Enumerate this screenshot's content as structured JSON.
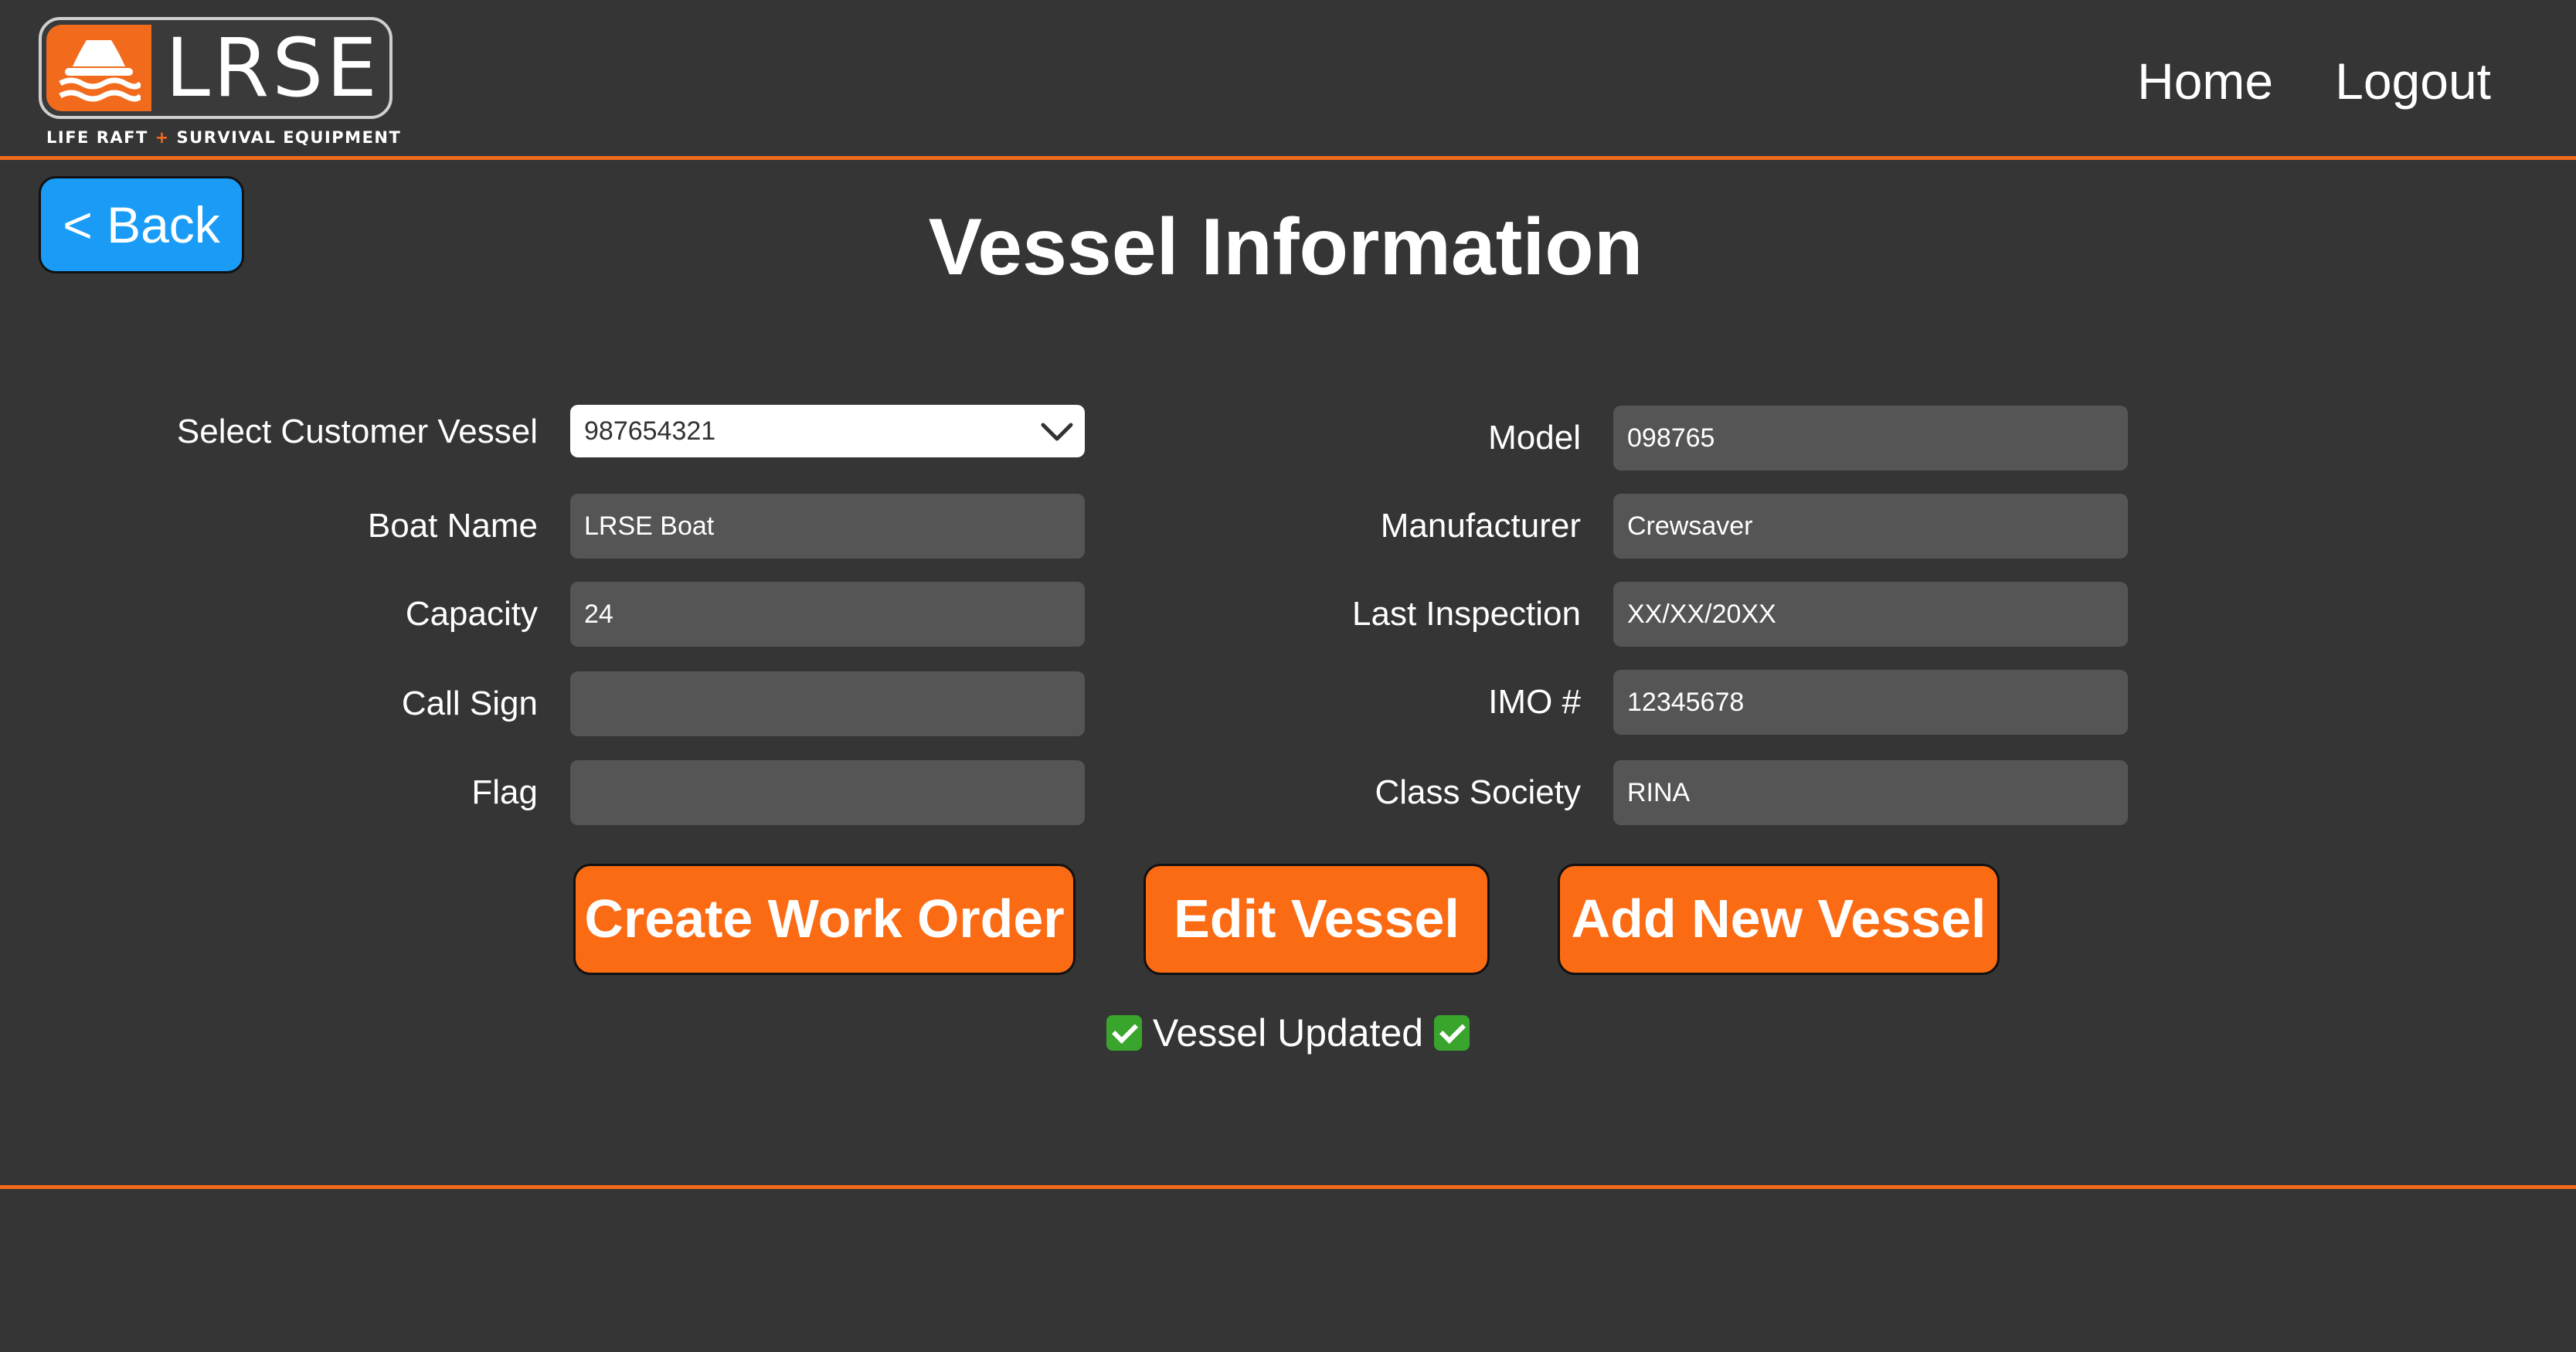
{
  "header": {
    "logo_text": "LRSE",
    "logo_tagline_left": "LIFE RAFT",
    "logo_tagline_plus": "+",
    "logo_tagline_right": "SURVIVAL EQUIPMENT",
    "nav": {
      "home": "Home",
      "logout": "Logout"
    }
  },
  "back_label": "< Back",
  "page_title": "Vessel Information",
  "form": {
    "select_customer_vessel": {
      "label": "Select Customer Vessel",
      "value": "987654321"
    },
    "boat_name": {
      "label": "Boat Name",
      "value": "LRSE Boat"
    },
    "capacity": {
      "label": "Capacity",
      "value": "24"
    },
    "call_sign": {
      "label": "Call Sign",
      "value": ""
    },
    "flag": {
      "label": "Flag",
      "value": ""
    },
    "model": {
      "label": "Model",
      "value": "098765"
    },
    "manufacturer": {
      "label": "Manufacturer",
      "value": "Crewsaver"
    },
    "last_inspection": {
      "label": "Last Inspection",
      "value": "XX/XX/20XX"
    },
    "imo": {
      "label": "IMO #",
      "value": "12345678"
    },
    "class_society": {
      "label": "Class Society",
      "value": "RINA"
    }
  },
  "actions": {
    "create_work_order": "Create Work Order",
    "edit_vessel": "Edit Vessel",
    "add_new_vessel": "Add New Vessel"
  },
  "status_message": "Vessel Updated",
  "icons": {
    "status": "check-mark-button-icon",
    "select": "chevron-down-icon",
    "logo": "life-raft-logo-icon"
  },
  "colors": {
    "background": "#353535",
    "accent_orange": "#fa6b13",
    "back_blue": "#1a9cf6",
    "field_gray": "#555555",
    "success_green": "#3aa52c"
  }
}
